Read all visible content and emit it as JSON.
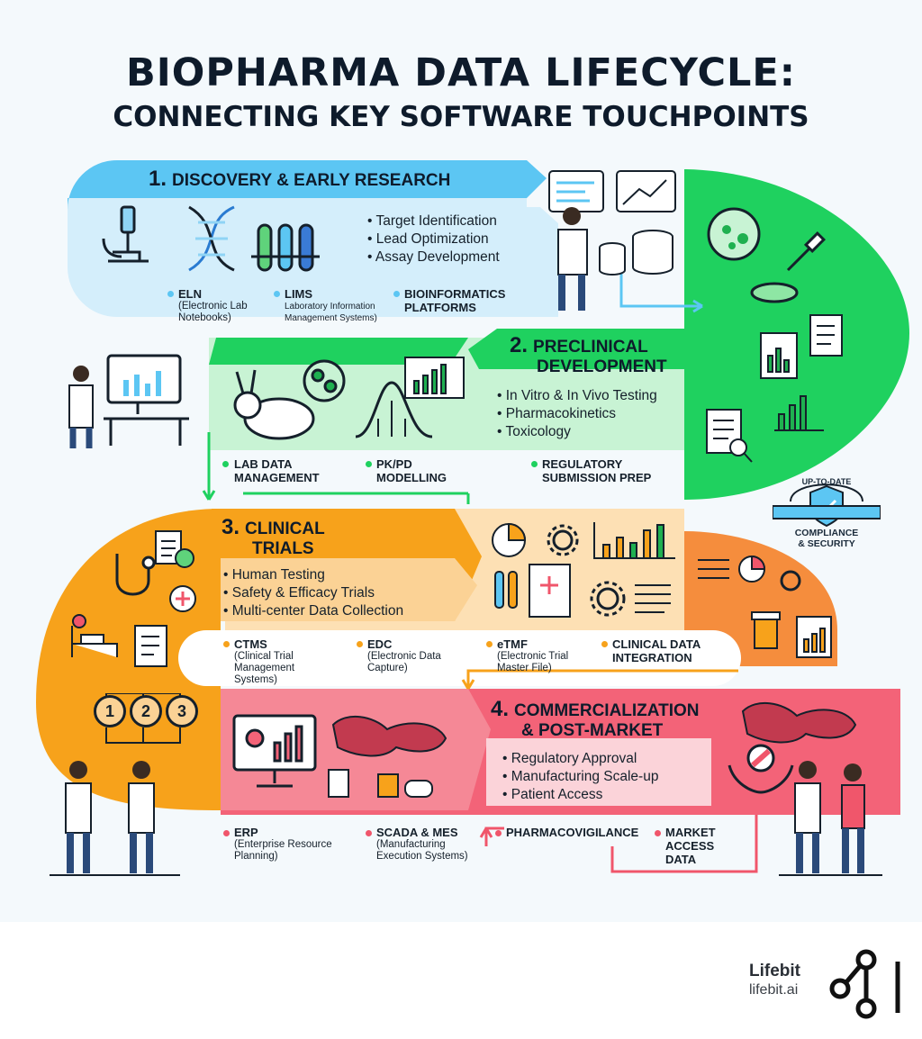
{
  "title": {
    "line1": "BIOPHARMA DATA LIFECYCLE:",
    "line2": "CONNECTING KEY SOFTWARE TOUCHPOINTS"
  },
  "stages": [
    {
      "number": "1.",
      "name": "DISCOVERY & EARLY RESEARCH",
      "bullets": [
        "Target Identification",
        "Lead Optimization",
        "Assay Development"
      ],
      "tools": [
        {
          "name": "ELN",
          "sub": "(Electronic Lab Notebooks)"
        },
        {
          "name": "LIMS",
          "sub": "Laboratory Information Management Systems)"
        },
        {
          "name": "BIOINFORMATICS PLATFORMS",
          "sub": ""
        }
      ],
      "color": "#57c3f2"
    },
    {
      "number": "2.",
      "name_line1": "PRECLINICAL",
      "name_line2": "DEVELOPMENT",
      "bullets": [
        "In Vitro & In Vivo Testing",
        "Pharmacokinetics",
        "Toxicology"
      ],
      "tools": [
        {
          "name": "LAB DATA MANAGEMENT",
          "sub": ""
        },
        {
          "name": "PK/PD MODELLING",
          "sub": ""
        },
        {
          "name": "REGULATORY SUBMISSION PREP",
          "sub": ""
        }
      ],
      "color": "#1fd15f"
    },
    {
      "number": "3.",
      "name_line1": "CLINICAL",
      "name_line2": "TRIALS",
      "bullets": [
        "Human Testing",
        "Safety & Efficacy Trials",
        "Multi-center Data Collection"
      ],
      "tools": [
        {
          "name": "CTMS",
          "sub": "(Clinical Trial Management Systems)"
        },
        {
          "name": "EDC",
          "sub": "(Electronic Data Capture)"
        },
        {
          "name": "eTMF",
          "sub": "(Electronic Trial Master File)"
        },
        {
          "name": "CLINICAL DATA INTEGRATION",
          "sub": ""
        }
      ],
      "color": "#f7a21b"
    },
    {
      "number": "4.",
      "name_line1": "COMMERCIALIZATION",
      "name_line2": "& POST-MARKET",
      "bullets": [
        "Regulatory Approval",
        "Manufacturing Scale-up",
        "Patient Access"
      ],
      "tools": [
        {
          "name": "ERP",
          "sub": "(Enterprise Resource Planning)"
        },
        {
          "name": "SCADA & MES",
          "sub": "(Manufacturing Execution Systems)"
        },
        {
          "name": "PHARMACOVIGILANCE",
          "sub": ""
        },
        {
          "name": "MARKET ACCESS DATA",
          "sub": ""
        }
      ],
      "color": "#f0566b"
    }
  ],
  "badge": {
    "ribbon": "UP-TO-DATE",
    "caption_line1": "COMPLIANCE",
    "caption_line2": "& SECURITY"
  },
  "steps": [
    "1",
    "2",
    "3"
  ],
  "footer": {
    "brand": "Lifebit",
    "url": "lifebit.ai"
  }
}
